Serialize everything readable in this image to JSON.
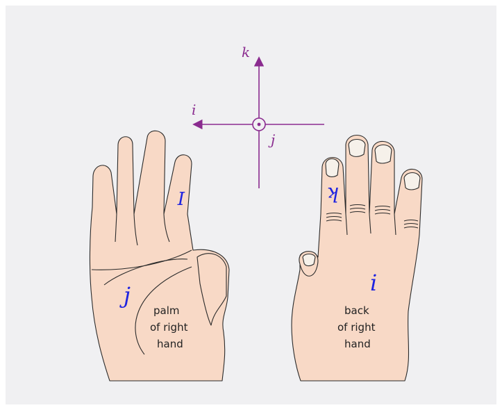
{
  "colors": {
    "background": "#f0f0f2",
    "skin": "#f8d9c6",
    "outline": "#2a2a2a",
    "axis": "#8a2b8f",
    "letters": "#1f24e0"
  },
  "axes": {
    "k_label": "k",
    "i_label": "i",
    "j_label": "j"
  },
  "palm_hand": {
    "finger_label": "I",
    "palm_label": "j",
    "caption_line1": "palm",
    "caption_line2": "of right",
    "caption_line3": "hand"
  },
  "back_hand": {
    "finger_label": "k",
    "hand_label": "i",
    "caption_line1": "back",
    "caption_line2": "of right",
    "caption_line3": "hand"
  }
}
